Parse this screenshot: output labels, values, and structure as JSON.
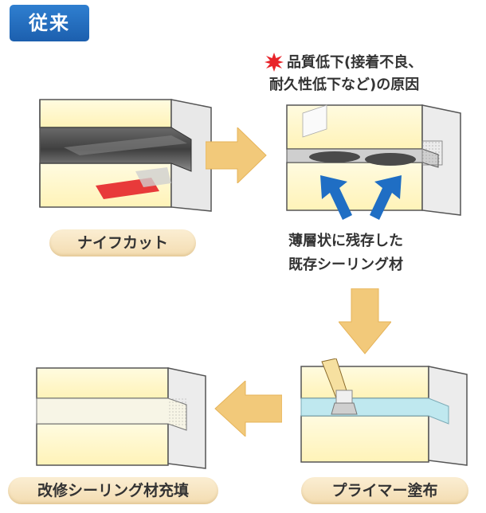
{
  "header": {
    "label": "従来"
  },
  "steps": {
    "knife_cut": "ナイフカット",
    "residue_line1": "薄層状に残存した",
    "residue_line2": "既存シーリング材",
    "warning_line1": "品質低下(接着不良、",
    "warning_line2": "耐久性低下など)の原因",
    "primer": "プライマー塗布",
    "refill": "改修シーリング材充填"
  },
  "colors": {
    "badge": "#1c5fae",
    "pill": "#f3dcb0",
    "arrow": "#f2c97a",
    "blue_arrow": "#1f6ec4",
    "warning_star": "#e8242a",
    "wall_yellow": "#fff7c8",
    "primer_blue": "#bfe8ef"
  }
}
